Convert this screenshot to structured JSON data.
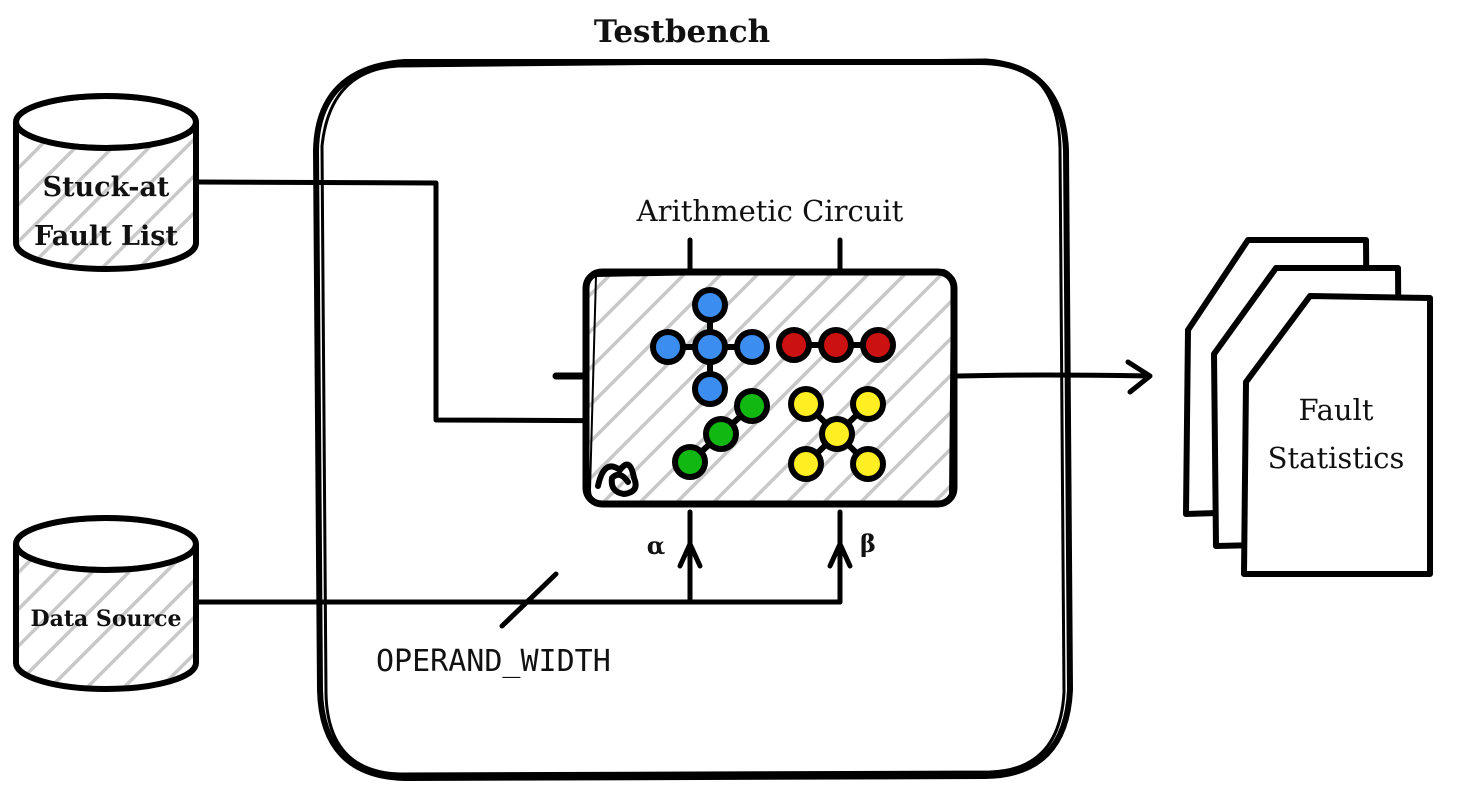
{
  "title": "Testbench",
  "circuit": {
    "label": "Arithmetic Circuit"
  },
  "inputs": {
    "fault_list": {
      "line1": "Stuck-at",
      "line2": "Fault List"
    },
    "data_source": {
      "label": "Data Source"
    }
  },
  "bus": {
    "label": "OPERAND_WIDTH"
  },
  "operands": {
    "alpha": "α",
    "beta": "β"
  },
  "output": {
    "line1": "Fault",
    "line2": "Statistics"
  },
  "colors": {
    "stroke": "#000000",
    "hatch": "#c8c8c8",
    "blue": "#3b8ef0",
    "red": "#cc1111",
    "green": "#11b811",
    "yellow": "#ffee22"
  }
}
